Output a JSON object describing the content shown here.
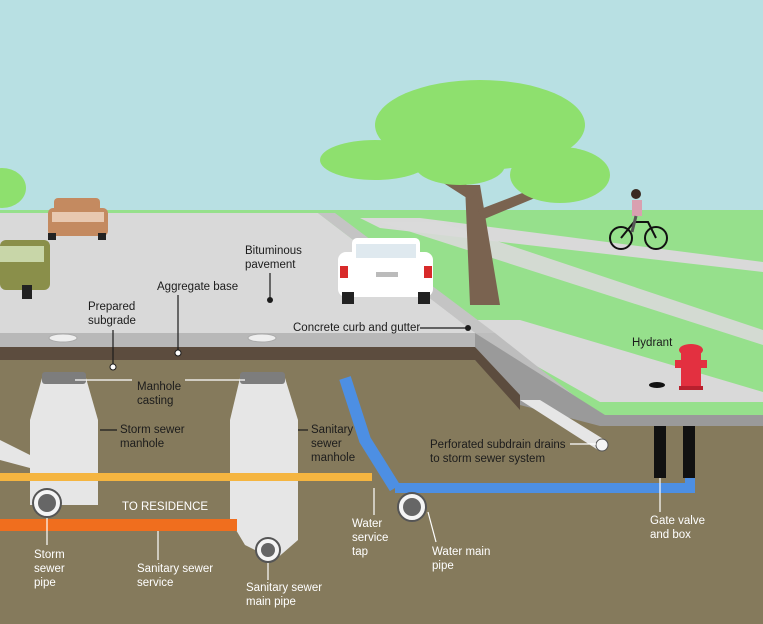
{
  "labels": {
    "bituminous_pavement": [
      "Bituminous",
      "pavement"
    ],
    "aggregate_base": "Aggregate base",
    "prepared_subgrade": [
      "Prepared",
      "subgrade"
    ],
    "concrete_curb": "Concrete curb and gutter",
    "hydrant": "Hydrant",
    "manhole_casting": [
      "Manhole",
      "casting"
    ],
    "storm_sewer_manhole": [
      "Storm sewer",
      "manhole"
    ],
    "sanitary_sewer_manhole": [
      "Sanitary",
      "sewer",
      "manhole"
    ],
    "perforated_subdrain": [
      "Perforated subdrain drains",
      "to storm sewer system"
    ],
    "to_residence": "TO RESIDENCE",
    "storm_sewer_pipe": [
      "Storm",
      "sewer",
      "pipe"
    ],
    "sanitary_sewer_service": [
      "Sanitary sewer",
      "service"
    ],
    "sanitary_sewer_main_pipe": [
      "Sanitary sewer",
      "main pipe"
    ],
    "water_service_tap": [
      "Water",
      "service",
      "tap"
    ],
    "water_main_pipe": [
      "Water main",
      "pipe"
    ],
    "gate_valve": [
      "Gate valve",
      "and box"
    ]
  },
  "colors": {
    "sky": "#b8e0e3",
    "grass": "#96e08c",
    "tree_foliage": "#8ee06e",
    "road": "#d9d9d9",
    "soil": "#857a5c",
    "storm_pipe": "#f5f5f5",
    "water_pipe": "#4d8fe3",
    "sanitary_service_pipe": "#f06e1e",
    "water_service_line": "#f5b540",
    "hydrant": "#e33040"
  }
}
